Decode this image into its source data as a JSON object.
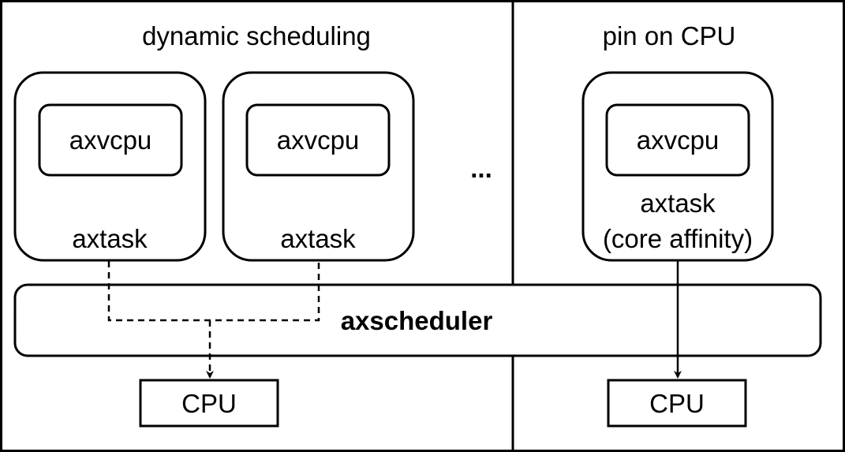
{
  "sections": {
    "left_title": "dynamic scheduling",
    "right_title": "pin on CPU"
  },
  "tasks": [
    {
      "inner": "axvcpu",
      "label": "axtask"
    },
    {
      "inner": "axvcpu",
      "label": "axtask"
    }
  ],
  "ellipsis": "...",
  "pinned_task": {
    "inner": "axvcpu",
    "label": "axtask",
    "sublabel": "(core affinity)"
  },
  "scheduler": {
    "label": "axscheduler"
  },
  "cpus": [
    {
      "label": "CPU"
    },
    {
      "label": "CPU"
    }
  ]
}
